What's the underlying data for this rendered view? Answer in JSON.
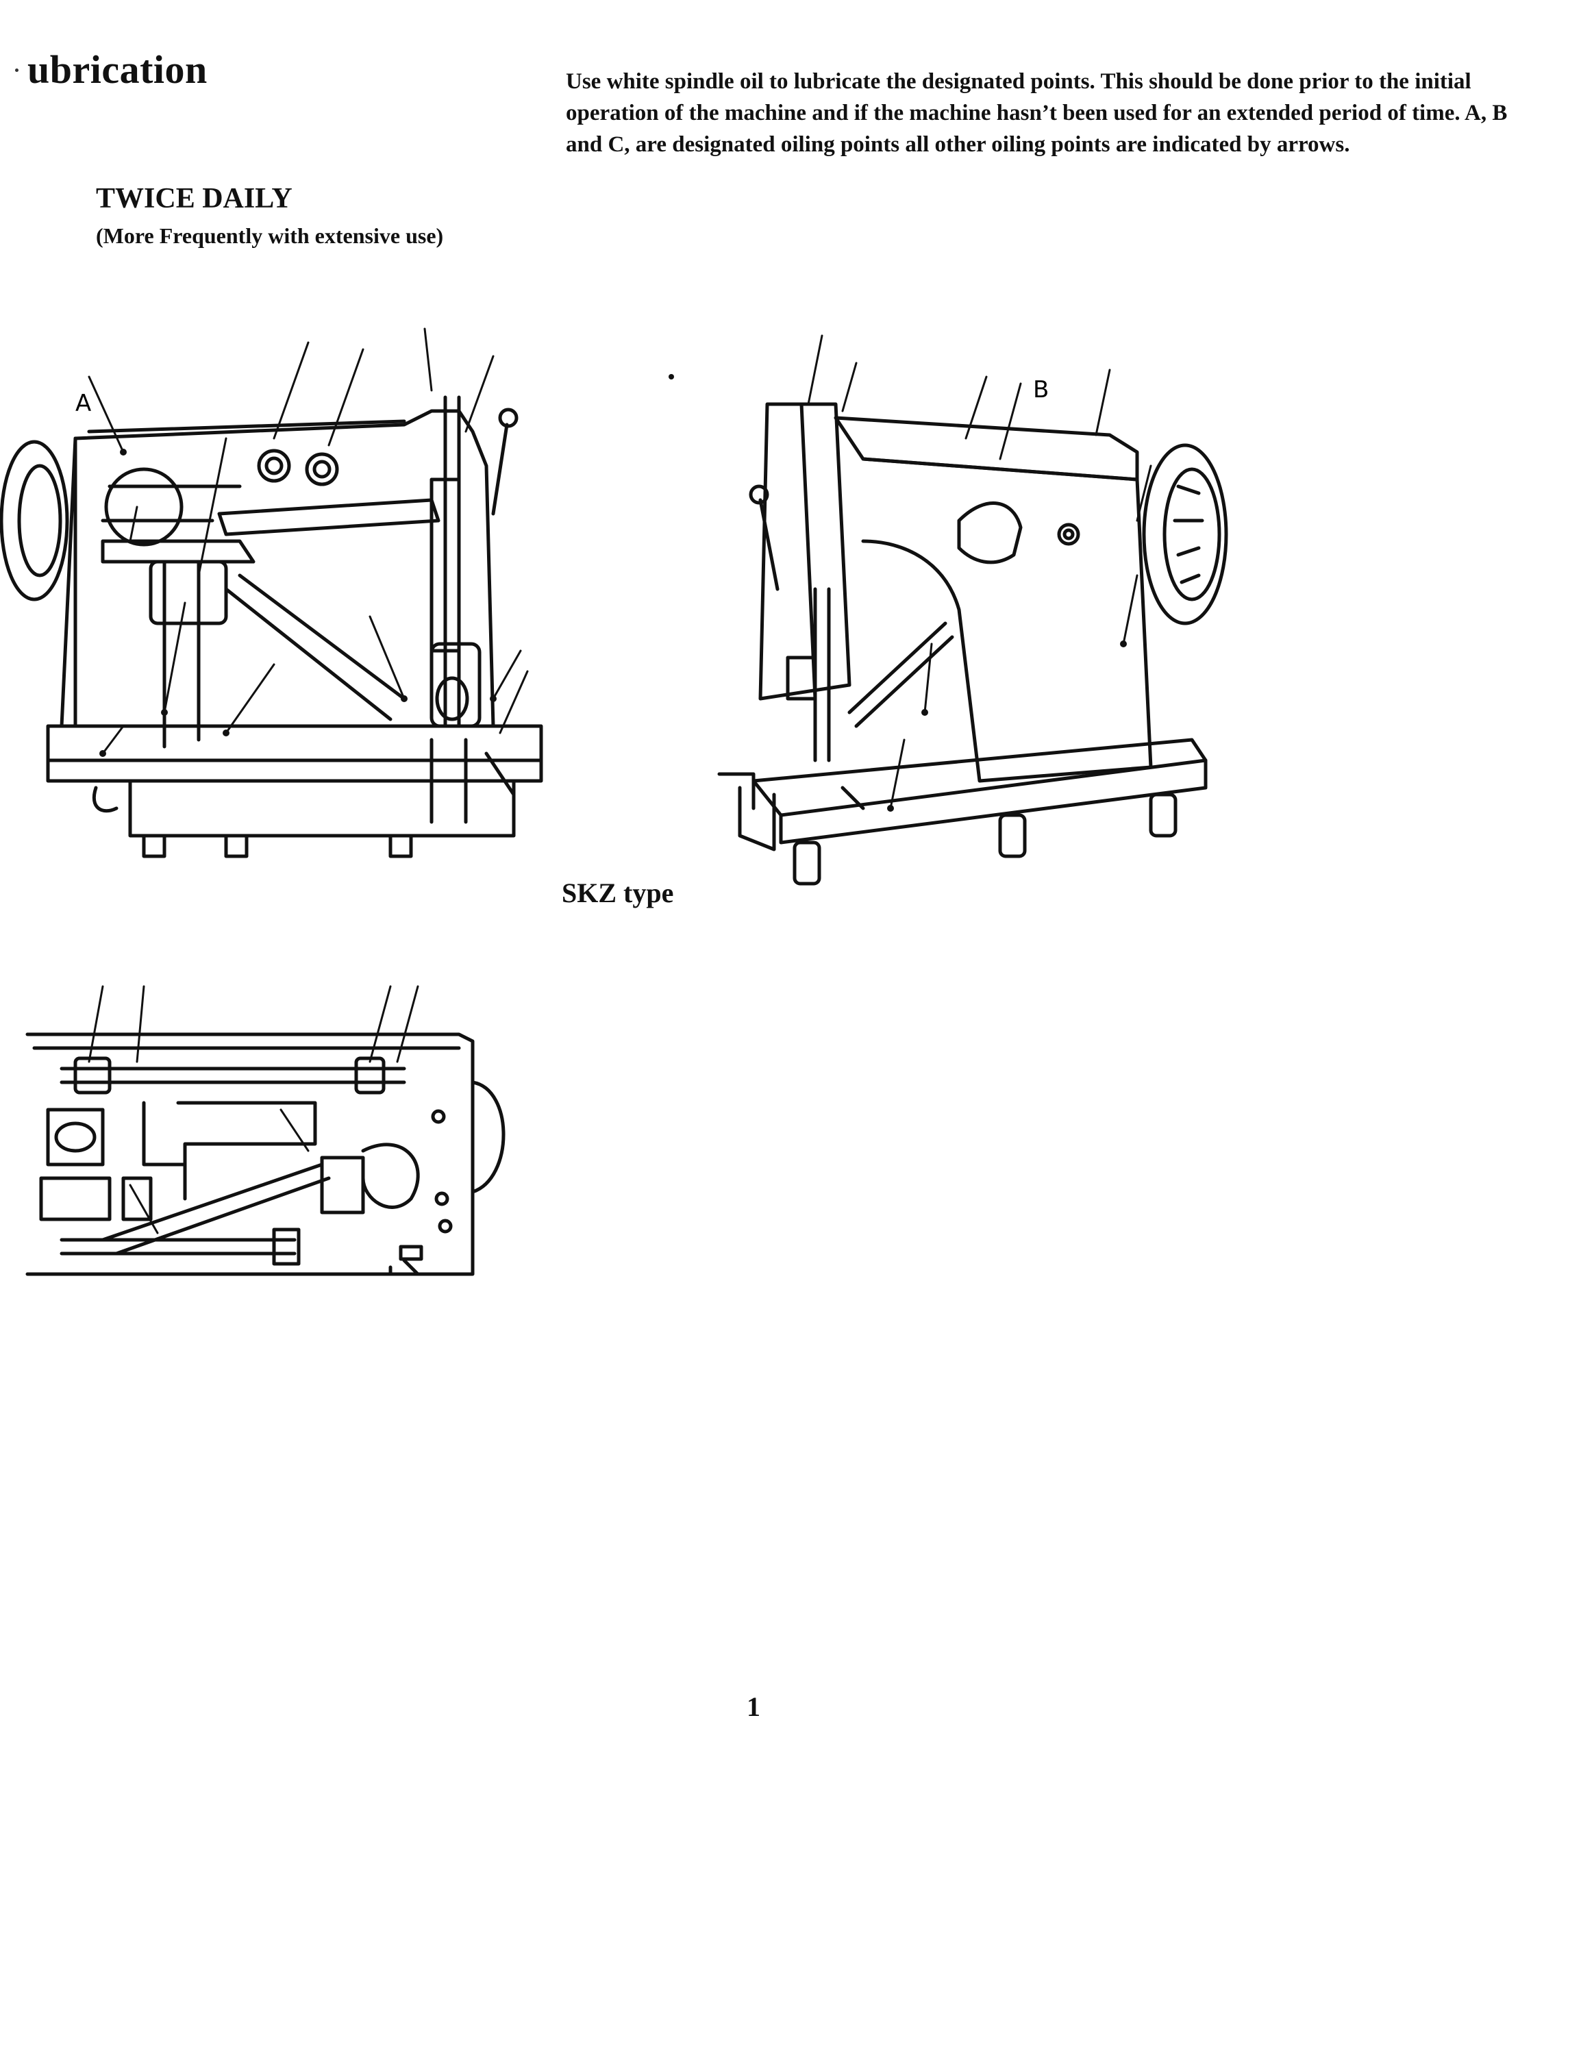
{
  "header": {
    "title": "ubrication"
  },
  "instructions": {
    "text": "Use white spindle oil to lubricate the designated points.  This should be done prior to the initial operation of the machine and if the machine hasn’t been used for an extended period of time.  A, B and C, are designated oiling points all other oiling points are indicated by arrows."
  },
  "schedule": {
    "heading": "TWICE DAILY",
    "note": "(More Frequently with extensive use)"
  },
  "figures": {
    "left_callout": "A",
    "right_callout": "B",
    "caption": "SKZ type"
  },
  "footer": {
    "page_number": "1"
  }
}
